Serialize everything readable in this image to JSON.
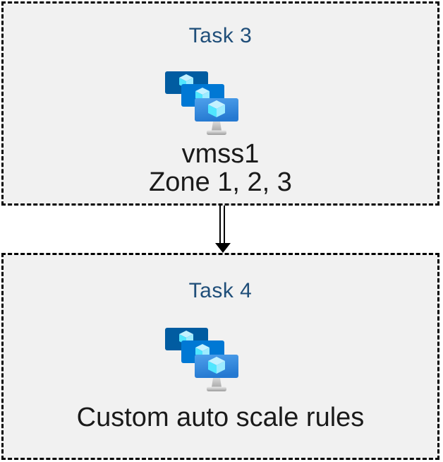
{
  "diagram": {
    "boxes": [
      {
        "title": "Task 3",
        "icon": "vm-scale-sets-icon",
        "lines": [
          "vmss1",
          "Zone 1, 2, 3"
        ]
      },
      {
        "title": "Task 4",
        "icon": "vm-scale-sets-icon",
        "lines": [
          "Custom auto scale rules"
        ]
      }
    ],
    "connector": {
      "from": "Task 3",
      "to": "Task 4",
      "direction": "down",
      "style": "double-line-arrow"
    },
    "colors": {
      "task_title": "#1F4E79",
      "label_text": "#1A1A1A",
      "box_fill": "#F1F1F1",
      "box_border": "#000000",
      "monitor_back": "#015CA1",
      "monitor_middle": "#0078D4",
      "monitor_front_top": "#4FA1EC",
      "monitor_front_bottom": "#2579D1",
      "cube_top": "#C3F1FF",
      "cube_left": "#50E6FF",
      "cube_right": "#9CEBFF"
    }
  }
}
